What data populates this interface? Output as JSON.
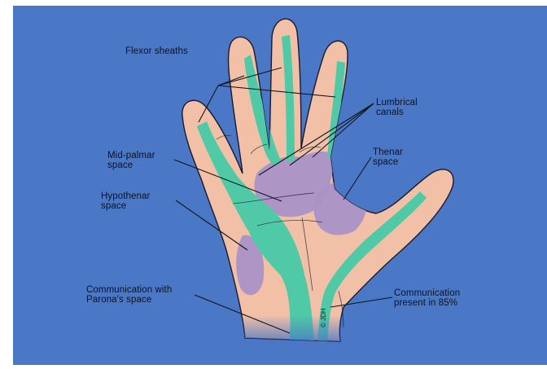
{
  "diagram": {
    "labels": {
      "flexor_sheaths": "Flexor sheaths",
      "lumbrical_canals": [
        "Lumbrical",
        "canals"
      ],
      "mid_palmar_space": [
        "Mid-palmar",
        "space"
      ],
      "thenar_space": [
        "Thenar",
        "space"
      ],
      "hypothenar_space": [
        "Hypothenar",
        "space"
      ],
      "communication_parona": [
        "Communication with",
        "Parona's space"
      ],
      "communication_present": [
        "Communication",
        "present in 85%"
      ]
    },
    "watermark": "© JDH"
  },
  "colors": {
    "background": "#4a77c6",
    "skin": "#f2c0a6",
    "sheath": "#4fc9a6",
    "space": "#a992c6",
    "outline": "#1a1a2e"
  }
}
